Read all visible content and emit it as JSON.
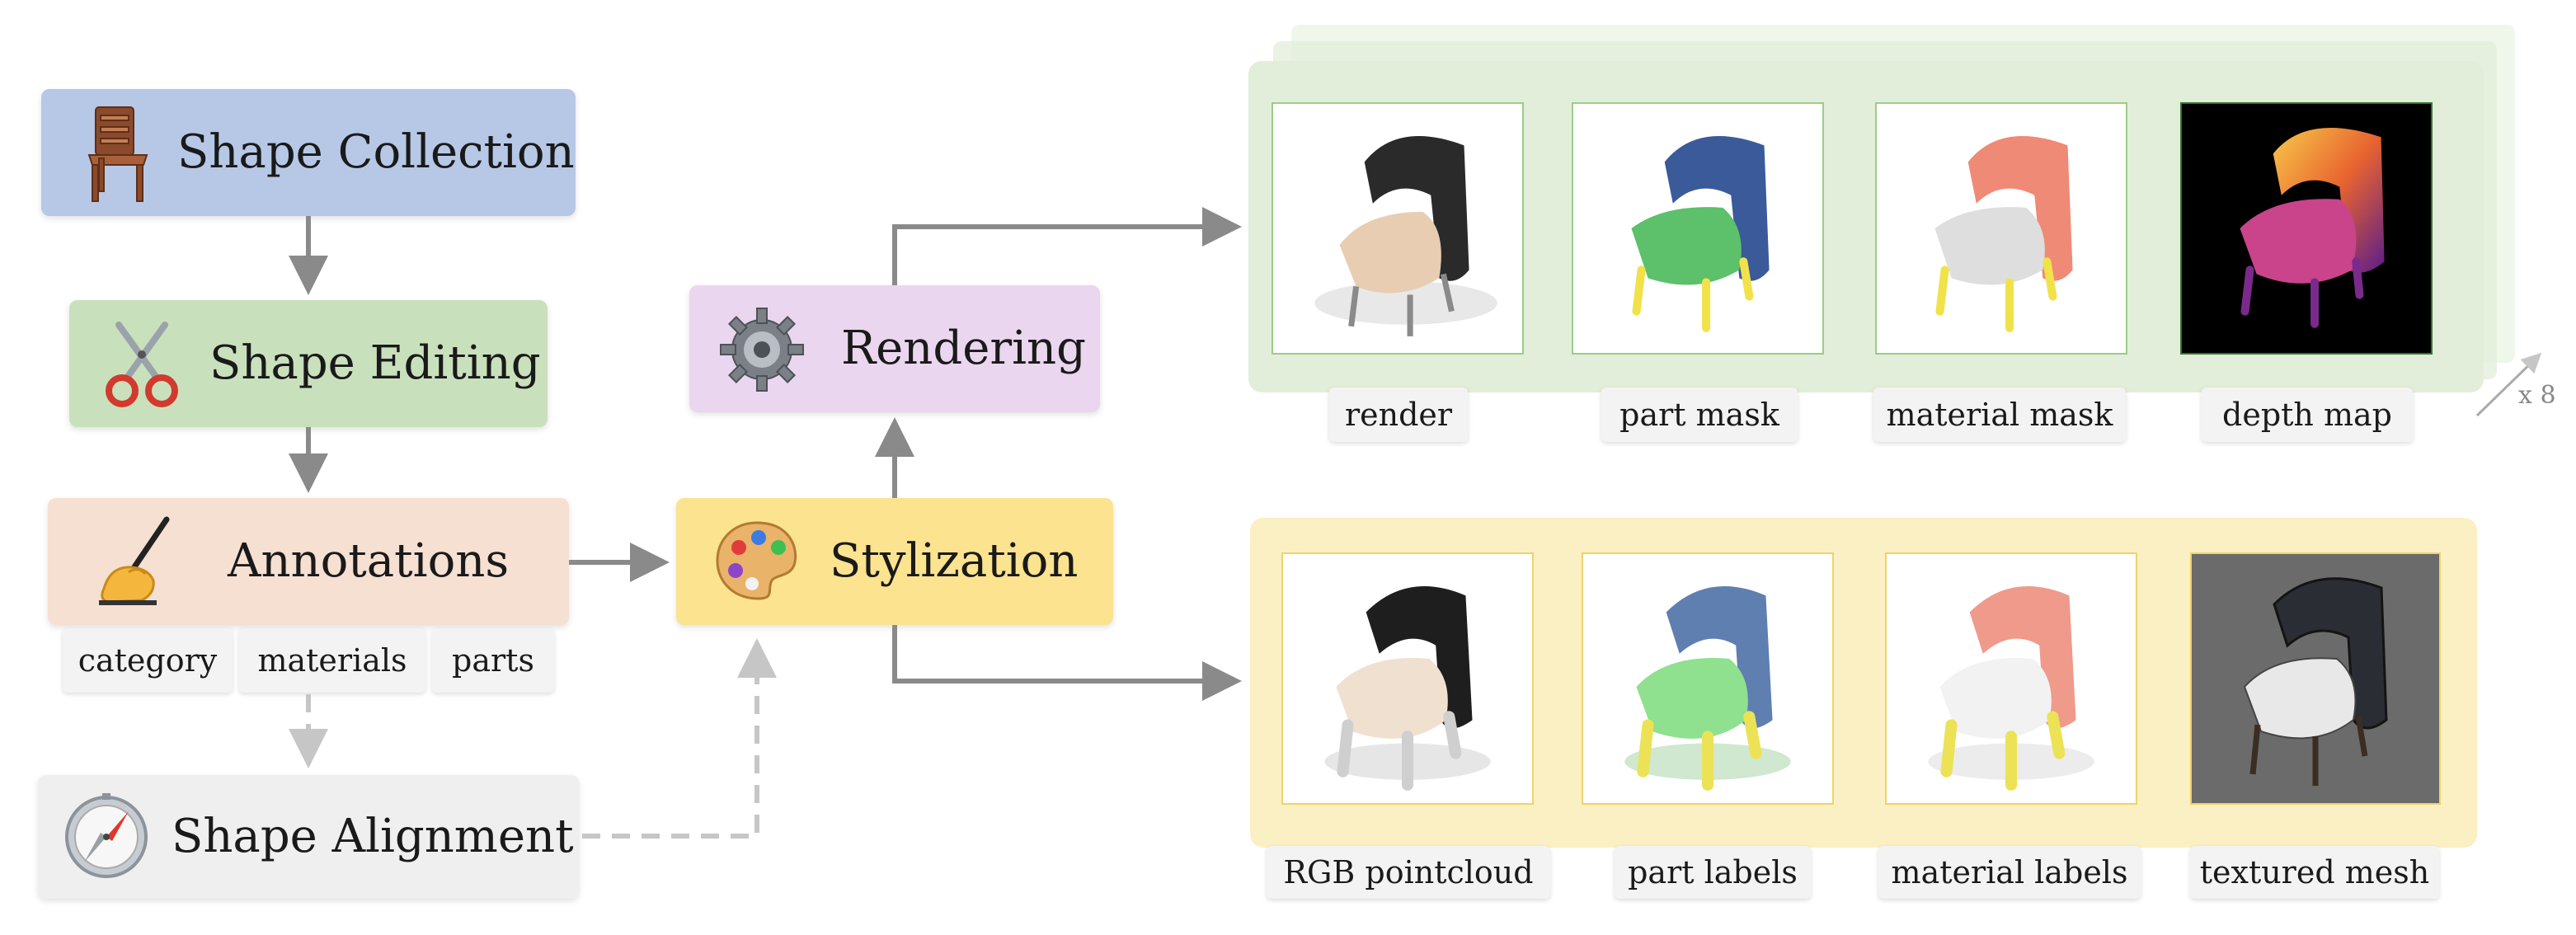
{
  "pipeline": {
    "shape_collection": {
      "label": "Shape Collection",
      "icon": "chair-icon"
    },
    "shape_editing": {
      "label": "Shape Editing",
      "icon": "scissors-icon"
    },
    "annotations": {
      "label": "Annotations",
      "icon": "writing-hand-icon",
      "tags": [
        "category",
        "materials",
        "parts"
      ]
    },
    "shape_alignment": {
      "label": "Shape Alignment",
      "icon": "compass-icon"
    },
    "stylization": {
      "label": "Stylization",
      "icon": "palette-icon"
    },
    "rendering": {
      "label": "Rendering",
      "icon": "gear-icon"
    }
  },
  "render_outputs": {
    "labels": [
      "render",
      "part mask",
      "material mask",
      "depth map"
    ],
    "multiplier": "x 8"
  },
  "pointcloud_outputs": {
    "labels": [
      "RGB pointcloud",
      "part labels",
      "material labels",
      "textured mesh"
    ]
  },
  "colors": {
    "shape_collection": "#b6c8e6",
    "shape_editing": "#c9e0bd",
    "annotations": "#f6e0d2",
    "shape_alignment": "#efefef",
    "stylization": "#fbe38f",
    "rendering": "#ead6ee",
    "render_panel": "#e2eed9",
    "pointcloud_panel": "#fbefc4",
    "arrow": "#8a8a8a"
  }
}
